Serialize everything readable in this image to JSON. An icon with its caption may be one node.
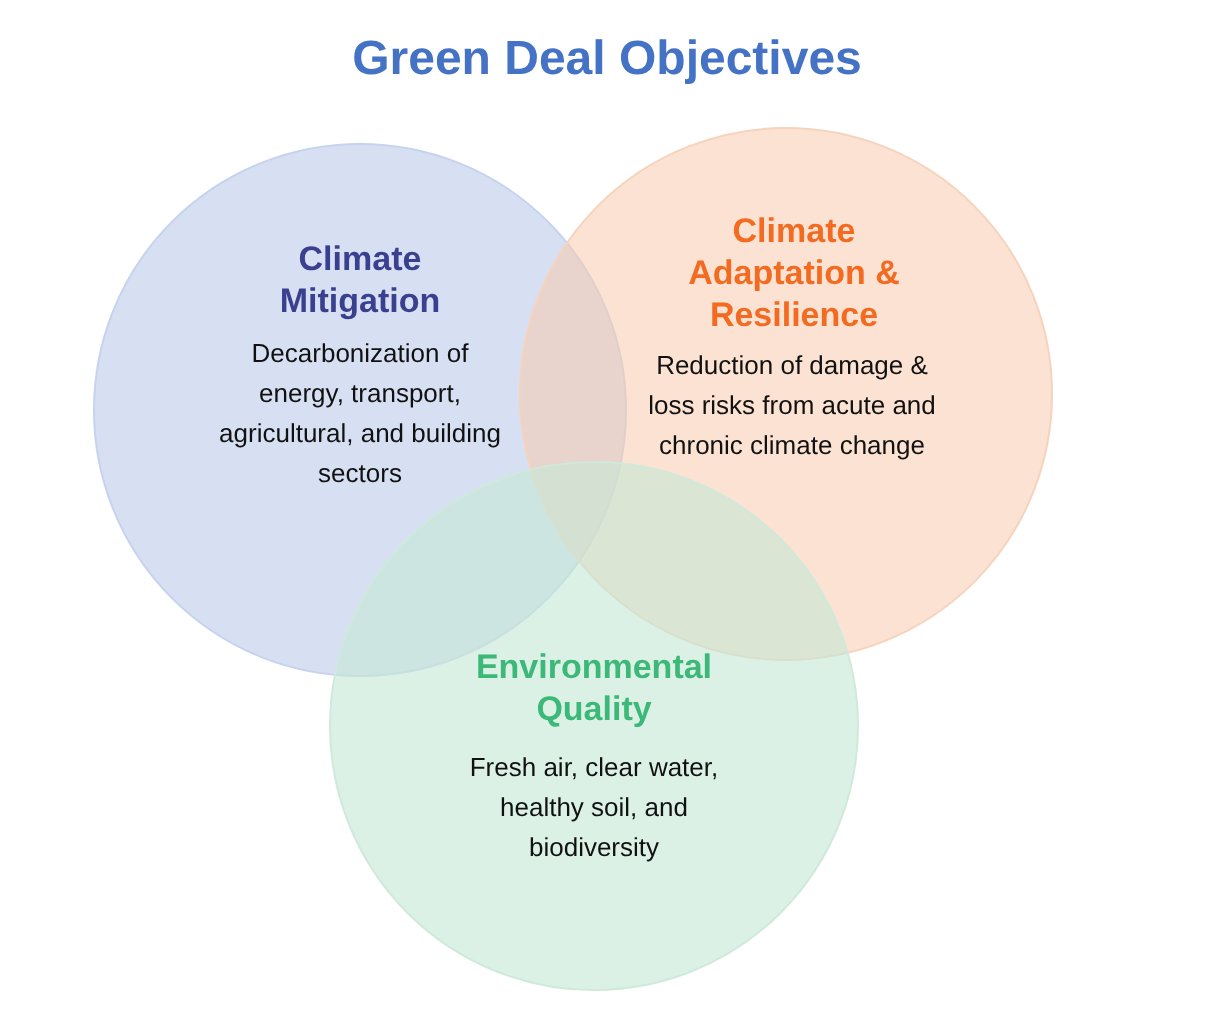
{
  "diagram": {
    "title": "Green Deal Objectives",
    "nodes": [
      {
        "text": [
          "Climate Mitigation",
          "Decarbonization of energy, transport, agricultural, and building sectors"
        ]
      },
      {
        "text": [
          "Climate Adaptation & Resilience",
          "Reduction of damage & loss risks from acute and chronic climate change"
        ]
      },
      {
        "text": [
          "Environmental Quality",
          "Fresh air, clear water, healthy soil, and biodiversity"
        ]
      }
    ]
  }
}
